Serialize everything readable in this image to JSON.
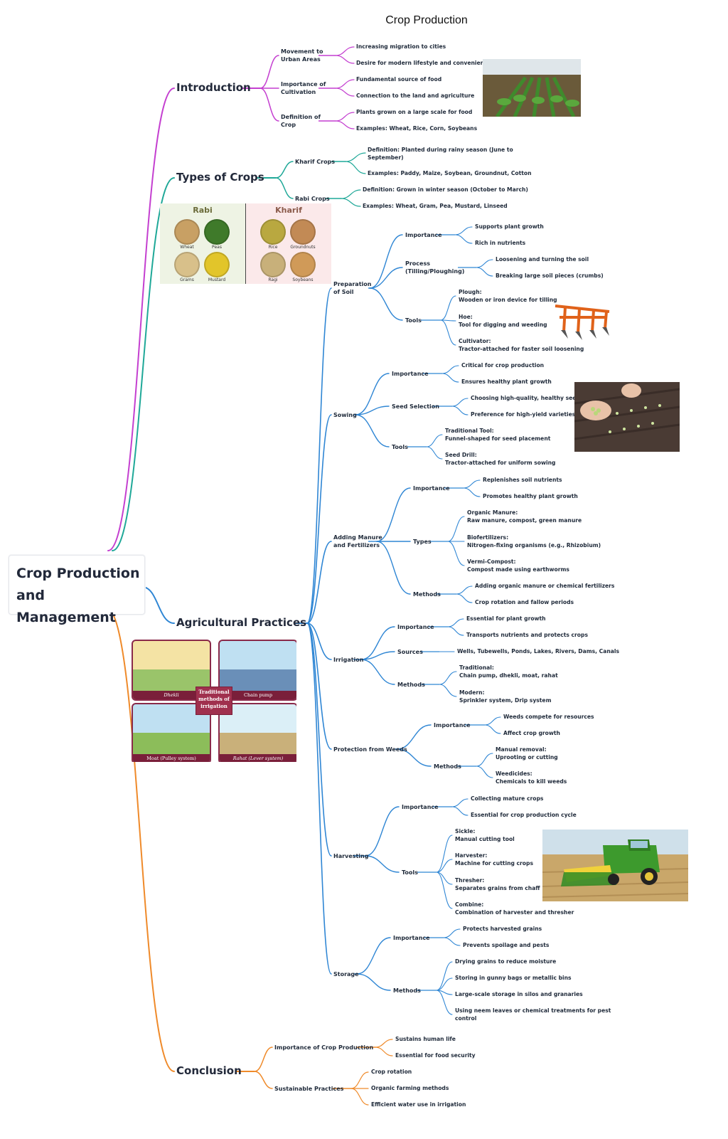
{
  "title": "Crop Production",
  "root": {
    "line1": "Crop Production",
    "line2": "and Management"
  },
  "colors": {
    "introduction": "#c43fd0",
    "types": "#1fa898",
    "practices": "#2f86d4",
    "conclusion": "#ef8a2a"
  },
  "introduction": {
    "label": "Introduction",
    "movement": {
      "label": [
        "Movement to",
        "Urban Areas"
      ],
      "items": [
        "Increasing migration to cities",
        "Desire for modern lifestyle and convenience"
      ]
    },
    "cultivation": {
      "label": [
        "Importance of",
        "Cultivation"
      ],
      "items": [
        "Fundamental source of food",
        "Connection to the land and agriculture"
      ]
    },
    "definition": {
      "label": [
        "Definition of",
        "Crop"
      ],
      "items": [
        "Plants grown on a large scale for food",
        "Examples: Wheat, Rice, Corn, Soybeans"
      ]
    }
  },
  "types": {
    "label": "Types of Crops",
    "kharif": {
      "label": "Kharif Crops",
      "items": [
        [
          "Definition: Planted during rainy season (June to",
          "September)"
        ],
        [
          "Examples: Paddy, Maize, Soybean, Groundnut, Cotton"
        ]
      ]
    },
    "rabi": {
      "label": "Rabi Crops",
      "items": [
        "Definition: Grown in winter season (October to March)",
        "Examples: Wheat, Gram, Pea, Mustard, Linseed"
      ]
    },
    "image": {
      "rabi_title": "Rabi",
      "kharif_title": "Kharif",
      "rabi_items": [
        "Wheat",
        "Peas",
        "Grams",
        "Mustard"
      ],
      "kharif_items": [
        "Rice",
        "Groundnuts",
        "Ragi",
        "Soybeans"
      ]
    }
  },
  "practices": {
    "label": "Agricultural Practices",
    "soil": {
      "label": [
        "Preparation",
        "of Soil"
      ],
      "importance": {
        "label": "Importance",
        "items": [
          "Supports plant growth",
          "Rich in nutrients"
        ]
      },
      "process": {
        "label": [
          "Process",
          "(Tilling/Ploughing)"
        ],
        "items": [
          "Loosening and turning the soil",
          "Breaking large soil pieces (crumbs)"
        ]
      },
      "tools": {
        "label": "Tools",
        "items": [
          [
            "Plough:",
            "Wooden or iron device for tilling"
          ],
          [
            "Hoe:",
            "Tool for digging and weeding"
          ],
          [
            "Cultivator:",
            "Tractor-attached for faster soil loosening"
          ]
        ]
      }
    },
    "sowing": {
      "label": "Sowing",
      "importance": {
        "label": "Importance",
        "items": [
          "Critical for crop production",
          "Ensures healthy plant growth"
        ]
      },
      "selection": {
        "label": "Seed Selection",
        "items": [
          "Choosing high-quality, healthy seeds",
          "Preference for high-yield varieties"
        ]
      },
      "tools": {
        "label": "Tools",
        "items": [
          [
            "Traditional Tool:",
            "Funnel-shaped for seed placement"
          ],
          [
            "Seed Drill:",
            "Tractor-attached for uniform sowing"
          ]
        ]
      }
    },
    "manure": {
      "label": [
        "Adding Manure",
        "and Fertilizers"
      ],
      "importance": {
        "label": "Importance",
        "items": [
          "Replenishes soil nutrients",
          "Promotes healthy plant growth"
        ]
      },
      "types": {
        "label": "Types",
        "items": [
          [
            "Organic Manure:",
            "Raw manure, compost, green manure"
          ],
          [
            "Biofertilizers:",
            "Nitrogen-fixing organisms (e.g., Rhizobium)"
          ],
          [
            "Vermi-Compost:",
            "Compost made using earthworms"
          ]
        ]
      },
      "methods": {
        "label": "Methods",
        "items": [
          "Adding organic manure or chemical fertilizers",
          "Crop rotation and fallow periods"
        ]
      }
    },
    "irrigation": {
      "label": "Irrigation",
      "importance": {
        "label": "Importance",
        "items": [
          "Essential for plant growth",
          "Transports nutrients and protects crops"
        ]
      },
      "sources": {
        "label": "Sources",
        "items": [
          "Wells, Tubewells, Ponds, Lakes, Rivers, Dams, Canals"
        ]
      },
      "methods": {
        "label": "Methods",
        "items": [
          [
            "Traditional:",
            "Chain pump, dhekli, moat, rahat"
          ],
          [
            "Modern:",
            "Sprinkler system, Drip system"
          ]
        ]
      },
      "image": {
        "center": [
          "Traditional",
          "methods of",
          "irrigation"
        ],
        "captions": [
          "Dhekli",
          "Chain pump",
          "Moat (Pulley system)",
          "Rahat (Lever system)"
        ]
      }
    },
    "weeds": {
      "label": "Protection from Weeds",
      "importance": {
        "label": "Importance",
        "items": [
          "Weeds compete for resources",
          "Affect crop growth"
        ]
      },
      "methods": {
        "label": "Methods",
        "items": [
          [
            "Manual removal:",
            "Uprooting or cutting"
          ],
          [
            "Weedicides:",
            "Chemicals to kill weeds"
          ]
        ]
      }
    },
    "harvesting": {
      "label": "Harvesting",
      "importance": {
        "label": "Importance",
        "items": [
          "Collecting mature crops",
          "Essential for crop production cycle"
        ]
      },
      "tools": {
        "label": "Tools",
        "items": [
          [
            "Sickle:",
            "Manual cutting tool"
          ],
          [
            "Harvester:",
            "Machine for cutting crops"
          ],
          [
            "Thresher:",
            "Separates grains from chaff"
          ],
          [
            "Combine:",
            "Combination of harvester and thresher"
          ]
        ]
      }
    },
    "storage": {
      "label": "Storage",
      "importance": {
        "label": "Importance",
        "items": [
          "Protects harvested grains",
          "Prevents spoilage and pests"
        ]
      },
      "methods": {
        "label": "Methods",
        "items": [
          [
            "Drying grains to reduce moisture"
          ],
          [
            "Storing in gunny bags or metallic bins"
          ],
          [
            "Large-scale storage in silos and granaries"
          ],
          [
            "Using neem leaves or chemical treatments for pest",
            "control"
          ]
        ]
      }
    }
  },
  "conclusion": {
    "label": "Conclusion",
    "importance": {
      "label": "Importance of Crop Production",
      "items": [
        "Sustains human life",
        "Essential for food security"
      ]
    },
    "sustainable": {
      "label": "Sustainable Practices",
      "items": [
        "Crop rotation",
        "Organic farming methods",
        "Efficient water use in irrigation"
      ]
    }
  }
}
